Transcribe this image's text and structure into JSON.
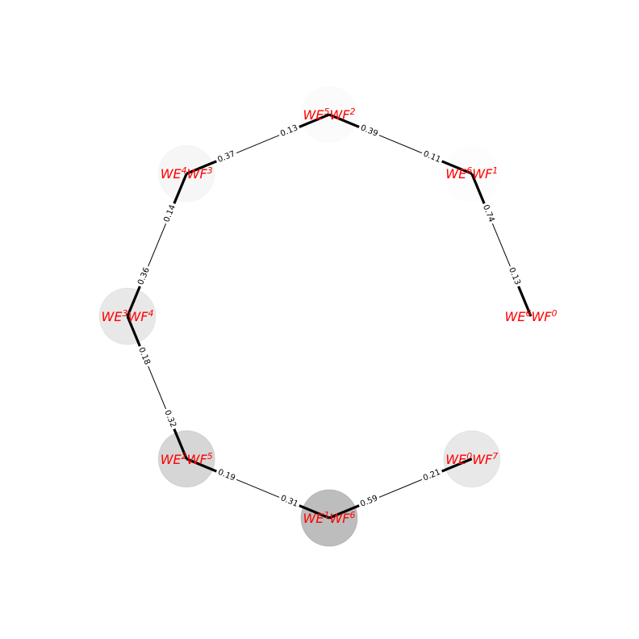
{
  "graph": {
    "nodes": [
      {
        "id": "n0",
        "base": "WE",
        "e": "6",
        "mid": "WF",
        "f": "0",
        "shade": 0.0
      },
      {
        "id": "n1",
        "base": "WE",
        "e": "6",
        "mid": "WF",
        "f": "1",
        "shade": 0.02
      },
      {
        "id": "n2",
        "base": "WE",
        "e": "5",
        "mid": "WF",
        "f": "2",
        "shade": 0.03
      },
      {
        "id": "n3",
        "base": "WE",
        "e": "4",
        "mid": "WF",
        "f": "3",
        "shade": 0.07
      },
      {
        "id": "n4",
        "base": "WE",
        "e": "3",
        "mid": "WF",
        "f": "4",
        "shade": 0.18
      },
      {
        "id": "n5",
        "base": "WE",
        "e": "2",
        "mid": "WF",
        "f": "5",
        "shade": 0.32
      },
      {
        "id": "n6",
        "base": "WE",
        "e": "1",
        "mid": "WF",
        "f": "6",
        "shade": 0.52
      },
      {
        "id": "n7",
        "base": "WE",
        "e": "0",
        "mid": "WF",
        "f": "7",
        "shade": 0.18
      }
    ],
    "edges": [
      {
        "from": "n0",
        "to": "n1",
        "label_from": "0.13",
        "label_to": "0.74"
      },
      {
        "from": "n1",
        "to": "n2",
        "label_from": "0.11",
        "label_to": "0.39"
      },
      {
        "from": "n2",
        "to": "n3",
        "label_from": "0.13",
        "label_to": "0.37"
      },
      {
        "from": "n3",
        "to": "n4",
        "label_from": "0.14",
        "label_to": "0.36"
      },
      {
        "from": "n4",
        "to": "n5",
        "label_from": "0.18",
        "label_to": "0.32"
      },
      {
        "from": "n5",
        "to": "n6",
        "label_from": "0.19",
        "label_to": "0.31"
      },
      {
        "from": "n6",
        "to": "n7",
        "label_from": "0.59",
        "label_to": "0.21"
      }
    ],
    "colors": {
      "label": "#ff0000",
      "edge": "#000000",
      "node_fill": "#808080"
    }
  }
}
